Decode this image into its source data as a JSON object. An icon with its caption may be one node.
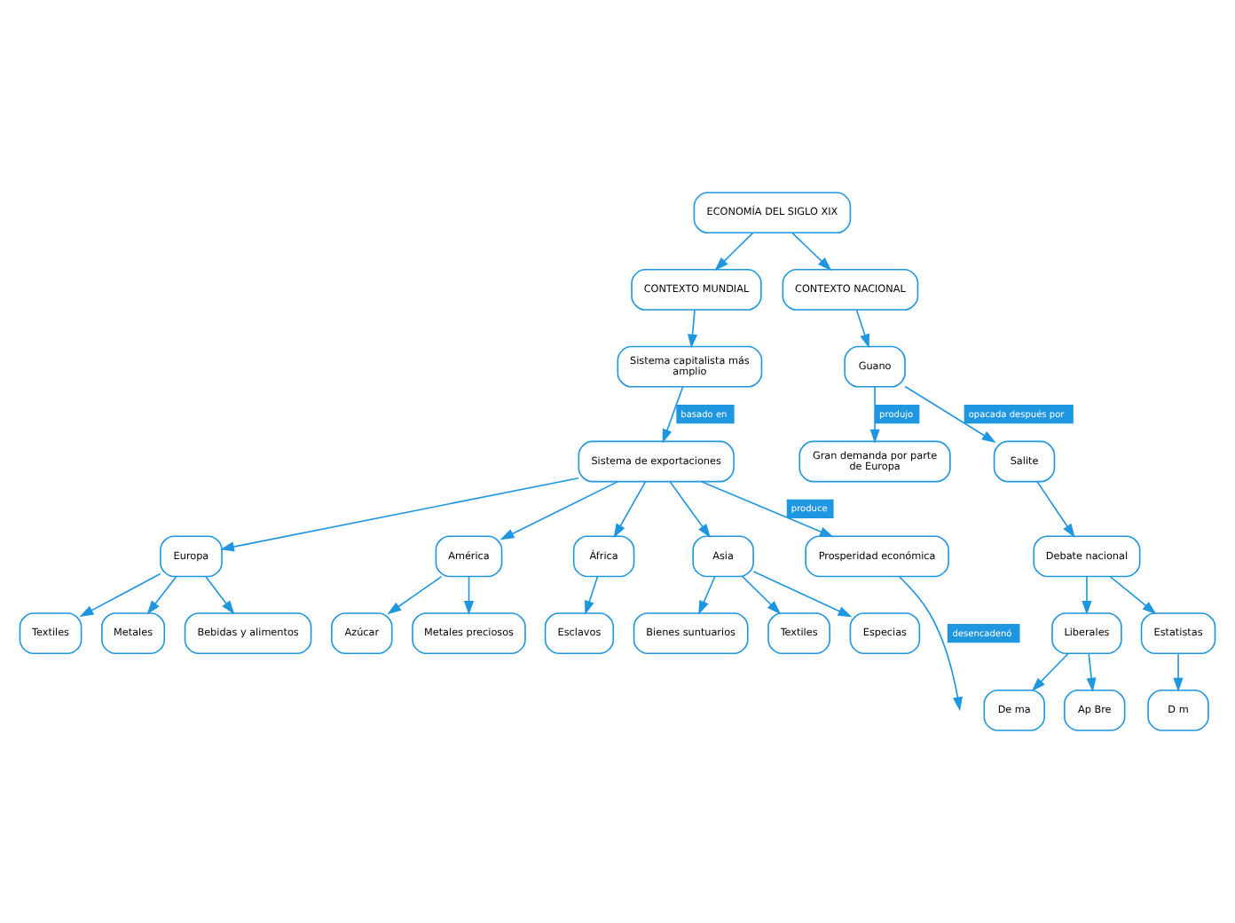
{
  "diagram": {
    "nodes": [
      {
        "text": [
          "ECONOMÍA DEL SIGLO XIX"
        ]
      },
      {
        "text": [
          "CONTEXTO MUNDIAL"
        ]
      },
      {
        "text": [
          "CONTEXTO NACIONAL"
        ]
      },
      {
        "text": [
          "Sistema capitalista más amplio"
        ]
      },
      {
        "text": [
          "Sistema de exportaciones"
        ]
      },
      {
        "text": [
          "Europa"
        ]
      },
      {
        "text": [
          "Textiles"
        ]
      },
      {
        "text": [
          "Metales"
        ]
      },
      {
        "text": [
          "Bebidas y alimentos"
        ]
      },
      {
        "text": [
          "América"
        ]
      },
      {
        "text": [
          "Azúcar"
        ]
      },
      {
        "text": [
          "Metales preciosos"
        ]
      },
      {
        "text": [
          "África"
        ]
      },
      {
        "text": [
          "Esclavos"
        ]
      },
      {
        "text": [
          "Asia"
        ]
      },
      {
        "text": [
          "Bienes suntuarios"
        ]
      },
      {
        "text": [
          "Textiles"
        ]
      },
      {
        "text": [
          "Especias"
        ]
      },
      {
        "text": [
          "Prosperidad económica"
        ]
      },
      {
        "text": [
          "Guano"
        ]
      },
      {
        "text": [
          "Gran demanda por parte de Europa"
        ]
      },
      {
        "text": [
          "Salite"
        ]
      },
      {
        "text": [
          "Debate nacional"
        ]
      },
      {
        "text": [
          "Liberales"
        ]
      },
      {
        "text": [
          "De ma"
        ]
      },
      {
        "text": [
          "Ap Bre"
        ]
      },
      {
        "text": [
          "Estatistas"
        ]
      },
      {
        "text": [
          "D m"
        ]
      }
    ],
    "edges": [
      {
        "from": 0,
        "to": 1,
        "arrow": "to"
      },
      {
        "from": 0,
        "to": 2,
        "arrow": "to"
      },
      {
        "from": 1,
        "to": 3,
        "arrow": "to"
      },
      {
        "from": 3,
        "to": 4,
        "arrow": "to",
        "label": "basado en"
      },
      {
        "from": 4,
        "to": 5,
        "arrow": "to"
      },
      {
        "from": 5,
        "to": 6,
        "arrow": "to"
      },
      {
        "from": 5,
        "to": 7,
        "arrow": "to"
      },
      {
        "from": 5,
        "to": 8,
        "arrow": "to"
      },
      {
        "from": 4,
        "to": 9,
        "arrow": "to"
      },
      {
        "from": 9,
        "to": 10,
        "arrow": "to"
      },
      {
        "from": 9,
        "to": 11,
        "arrow": "to"
      },
      {
        "from": 4,
        "to": 12,
        "arrow": "to"
      },
      {
        "from": 12,
        "to": 13,
        "arrow": "to"
      },
      {
        "from": 4,
        "to": 14,
        "arrow": "to"
      },
      {
        "from": 14,
        "to": 15,
        "arrow": "to"
      },
      {
        "from": 14,
        "to": 16,
        "arrow": "to"
      },
      {
        "from": 14,
        "to": 17,
        "arrow": "to"
      },
      {
        "from": 4,
        "to": 18,
        "arrow": "to",
        "label": "produce"
      },
      {
        "from": 18,
        "to": null,
        "arrow": "to",
        "label": "desencadenó"
      },
      {
        "from": 2,
        "to": 19,
        "arrow": "to"
      },
      {
        "from": 19,
        "to": 20,
        "arrow": "to",
        "label": "produjo"
      },
      {
        "from": 19,
        "to": 21,
        "arrow": "to",
        "label": "opacada después por"
      },
      {
        "from": 21,
        "to": 22,
        "arrow": "to"
      },
      {
        "from": 22,
        "to": 23,
        "arrow": "to"
      },
      {
        "from": 23,
        "to": 24,
        "arrow": "to"
      },
      {
        "from": 23,
        "to": 25,
        "arrow": "to"
      },
      {
        "from": 22,
        "to": 26,
        "arrow": "to"
      },
      {
        "from": 26,
        "to": 27,
        "arrow": "to"
      }
    ]
  }
}
